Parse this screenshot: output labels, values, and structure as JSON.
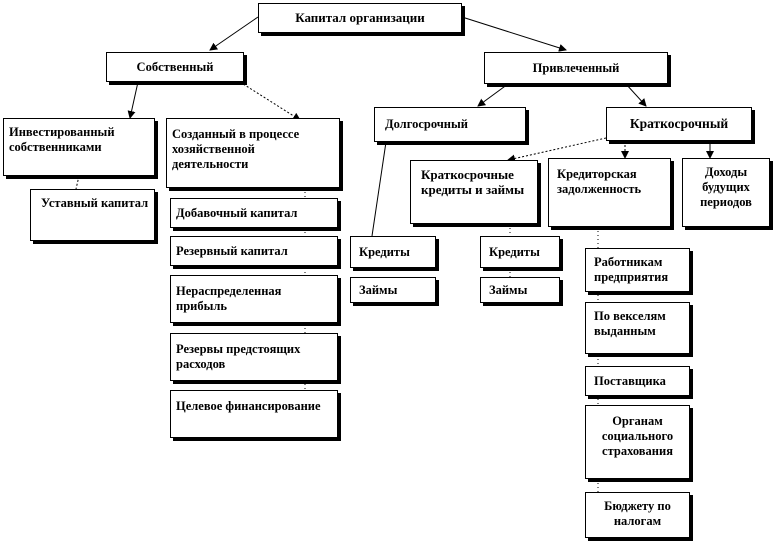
{
  "diagram": {
    "root": "Капитал организации",
    "own": "Собственный",
    "borrowed": "Привлеченный",
    "invested": "Инвестированный собственниками",
    "charter": "Уставный капитал",
    "created": "Созданный в процессе хозяйственной деятельности",
    "additional": "Добавочный капитал",
    "reserve": "Резервный капитал",
    "retained": "Нераспределенная прибыль",
    "reserves_future": "Резервы предстоящих расходов",
    "target_funding": "Целевое финансирование",
    "long_term": "Долгосрочный",
    "short_term": "Краткосрочный",
    "lt_credits": "Кредиты",
    "lt_loans": "Займы",
    "st_credits_loans": "Краткосрочные кредиты и займы",
    "st_credits": "Кредиты",
    "st_loans": "Займы",
    "payables": "Кредиторская задолженность",
    "future_income": "Доходы будущих периодов",
    "employees": "Работникам предприятия",
    "bills": "По векселям выданным",
    "suppliers": "Поставщика",
    "social": "Органам социального страхования",
    "budget": "Бюджету по налогам"
  }
}
